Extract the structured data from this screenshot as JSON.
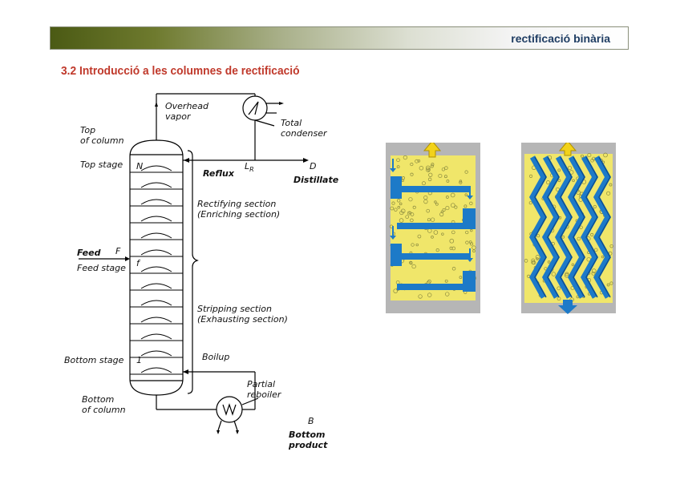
{
  "header": {
    "title": "rectificació binària"
  },
  "section_title": "3.2 Introducció a les columnes de rectificació",
  "diagram": {
    "overhead_vapor": [
      "Overhead",
      "vapor"
    ],
    "top_of_column": [
      "Top",
      "of column"
    ],
    "top_stage": "Top stage",
    "total_condenser": [
      "Total",
      "condenser"
    ],
    "reflux": "Reflux",
    "reflux_symbol": "L",
    "reflux_subscript": "R",
    "distillate_symbol": "D",
    "distillate": "Distillate",
    "stage_n": "N",
    "rectifying_section": [
      "Rectifying section",
      "(Enriching section)"
    ],
    "feed": "Feed",
    "feed_symbol": "F",
    "feed_stage": "Feed stage",
    "stage_f": "f",
    "stripping_section": [
      "Stripping section",
      "(Exhausting section)"
    ],
    "boilup": "Boilup",
    "bottom_stage": "Bottom stage",
    "stage_1": "1",
    "partial_reboiler": [
      "Partial",
      "reboiler"
    ],
    "bottom_of_column": [
      "Bottom",
      "of column"
    ],
    "bottoms_symbol": "B",
    "bottom_product": [
      "Bottom",
      "product"
    ]
  }
}
